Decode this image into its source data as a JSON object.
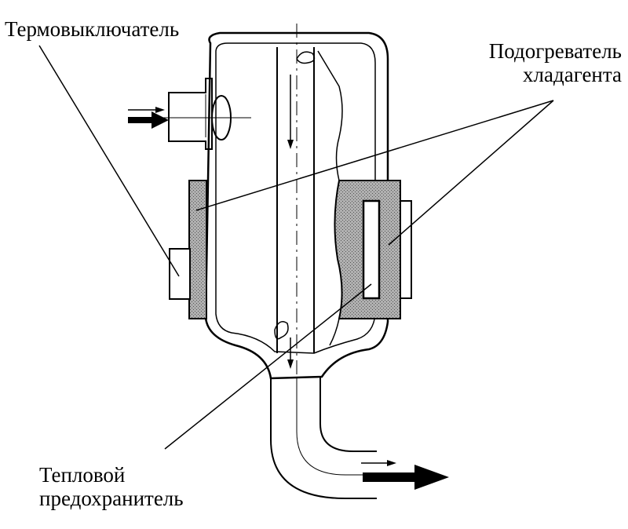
{
  "labels": {
    "thermoswitch": "Термовыключатель",
    "heater_line1": "Подогреватель",
    "heater_line2": "хладагента",
    "fuse_line1": "Тепловой",
    "fuse_line2": "предохранитель"
  },
  "colors": {
    "line": "#000000",
    "heater_fill": "#9a9a9a",
    "background": "#ffffff"
  }
}
